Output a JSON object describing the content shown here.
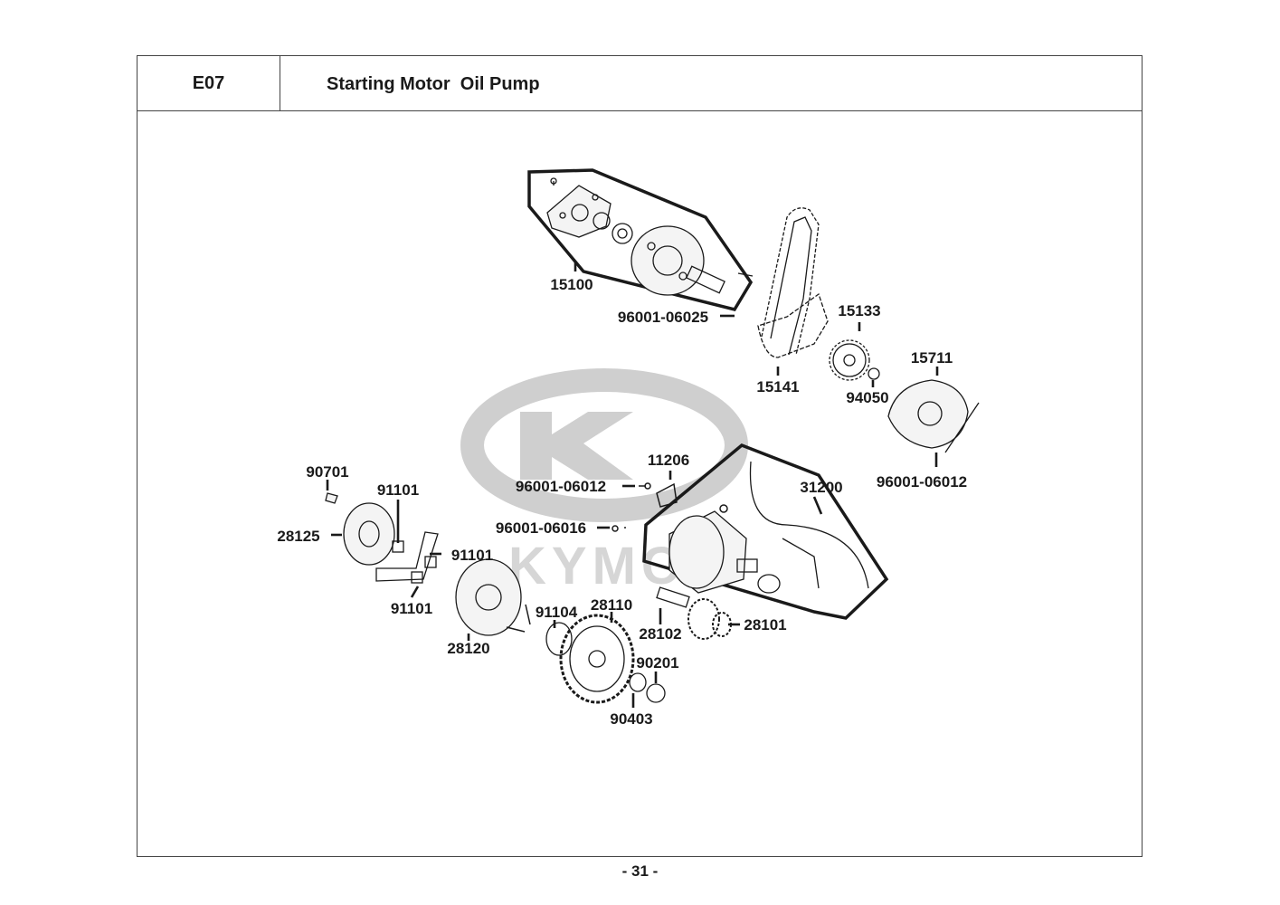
{
  "header": {
    "code": "E07",
    "title": "Starting Motor  Oil Pump"
  },
  "watermark": {
    "brand": "KYMCO"
  },
  "footer": {
    "page": "- 31 -"
  },
  "parts": [
    "15100",
    "96001-06025",
    "15141",
    "15133",
    "94050",
    "15711",
    "96001-06012",
    "11206",
    "96001-06012",
    "96001-06016",
    "31200",
    "90701",
    "91101",
    "28125",
    "91101",
    "91101",
    "28120",
    "91104",
    "28110",
    "28102",
    "28101",
    "90201",
    "90403"
  ],
  "colors": {
    "line": "#1a1a1a",
    "watermark": "#cfcfcf",
    "frame": "#444444"
  }
}
